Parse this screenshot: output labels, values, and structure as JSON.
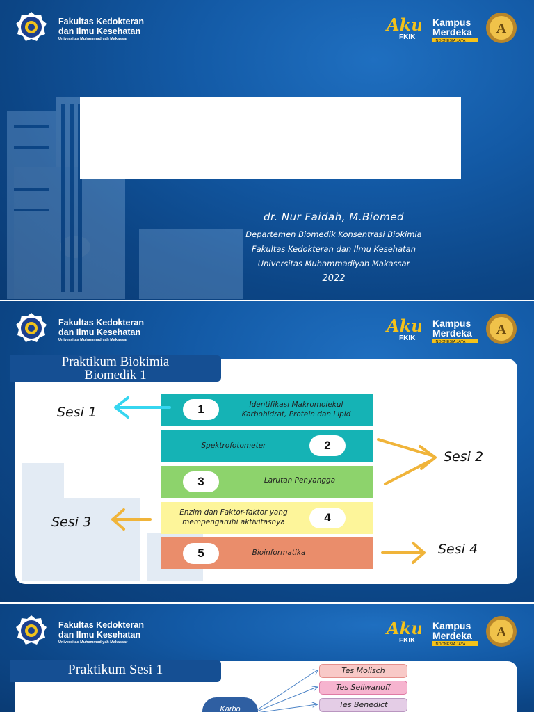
{
  "header": {
    "faculty_line1": "Fakultas Kedokteran",
    "faculty_line2": "dan Ilmu Kesehatan",
    "university": "Universitas Muhammadiyah Makassar",
    "aku_logo": "Aku",
    "aku_logo_sub": "FKIK",
    "kampus_line1": "Kampus",
    "kampus_line2": "Merdeka",
    "kampus_tag": "INDONESIA JAYA",
    "medal_letter": "A"
  },
  "colors": {
    "background": "#135aa6",
    "title_tab": "#154f93",
    "bar_teal": "#15b3b5",
    "bar_green": "#8dd36c",
    "bar_yellow": "#fdf59a",
    "bar_orange": "#ea8d6b",
    "arrow_cyan": "#36d6f0",
    "arrow_gold": "#f0b43a"
  },
  "slide1": {
    "author": "dr. Nur Faidah, M.Biomed",
    "department": "Departemen Biomedik Konsentrasi Biokimia",
    "faculty": "Fakultas Kedokteran dan Ilmu Kesehatan",
    "university": "Universitas Muhammadiyah Makassar",
    "year": "2022"
  },
  "slide2": {
    "title_line1": "Praktikum Biokimia",
    "title_line2": "Biomedik 1",
    "items": [
      {
        "number": "1",
        "text_line1": "Identifikasi Makromolekul",
        "text_line2": "Karbohidrat, Protein dan Lipid"
      },
      {
        "number": "2",
        "text_line1": "Spektrofotometer",
        "text_line2": ""
      },
      {
        "number": "3",
        "text_line1": "Larutan Penyangga",
        "text_line2": ""
      },
      {
        "number": "4",
        "text_line1": "Enzim dan Faktor-faktor yang",
        "text_line2": "mempengaruhi aktivitasnya"
      },
      {
        "number": "5",
        "text_line1": "Bioinformatika",
        "text_line2": ""
      }
    ],
    "sessions": [
      "Sesi 1",
      "Sesi 2",
      "Sesi 3",
      "Sesi 4"
    ]
  },
  "slide3": {
    "title": "Praktikum Sesi 1",
    "node_label": "Karbo",
    "tests": [
      "Tes Molisch",
      "Tes Seliwanoff",
      "Tes Benedict"
    ]
  }
}
